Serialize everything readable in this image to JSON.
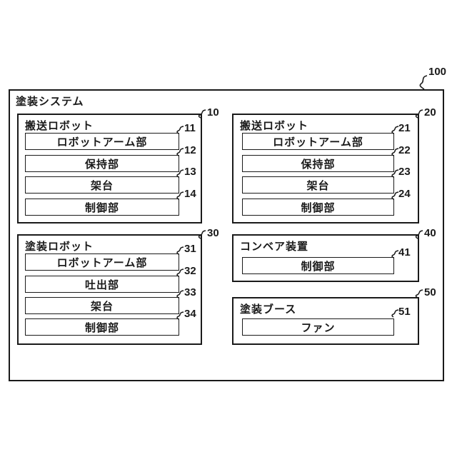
{
  "diagram": {
    "system_label": "塗装システム",
    "system_ref": "100",
    "colors": {
      "line": "#1a1a1a",
      "background": "#ffffff"
    },
    "groups": [
      {
        "title": "搬送ロボット",
        "ref": "10",
        "items": [
          {
            "label": "ロボットアーム部",
            "ref": "11"
          },
          {
            "label": "保持部",
            "ref": "12"
          },
          {
            "label": "架台",
            "ref": "13"
          },
          {
            "label": "制御部",
            "ref": "14"
          }
        ]
      },
      {
        "title": "搬送ロボット",
        "ref": "20",
        "items": [
          {
            "label": "ロボットアーム部",
            "ref": "21"
          },
          {
            "label": "保持部",
            "ref": "22"
          },
          {
            "label": "架台",
            "ref": "23"
          },
          {
            "label": "制御部",
            "ref": "24"
          }
        ]
      },
      {
        "title": "塗装ロボット",
        "ref": "30",
        "items": [
          {
            "label": "ロボットアーム部",
            "ref": "31"
          },
          {
            "label": "吐出部",
            "ref": "32"
          },
          {
            "label": "架台",
            "ref": "33"
          },
          {
            "label": "制御部",
            "ref": "34"
          }
        ]
      },
      {
        "title": "コンベア装置",
        "ref": "40",
        "items": [
          {
            "label": "制御部",
            "ref": "41"
          }
        ]
      },
      {
        "title": "塗装ブース",
        "ref": "50",
        "items": [
          {
            "label": "ファン",
            "ref": "51"
          }
        ]
      }
    ]
  }
}
